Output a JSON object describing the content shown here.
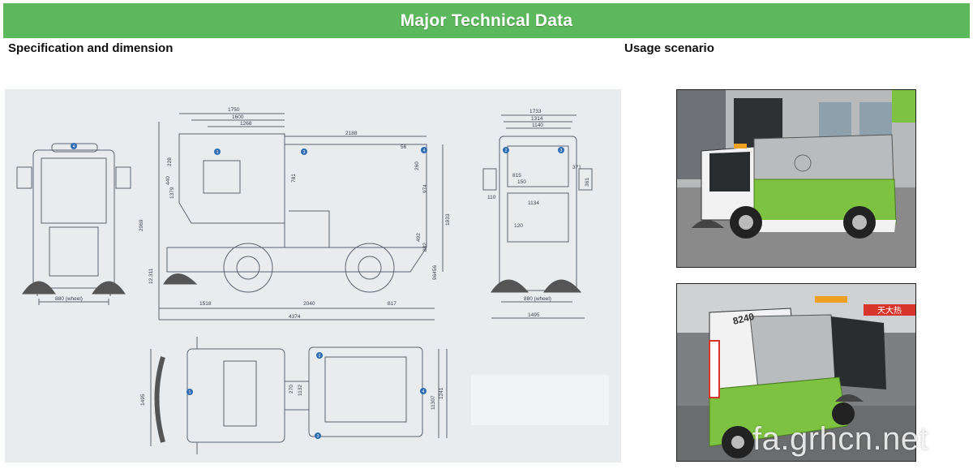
{
  "header": {
    "title": "Major Technical Data"
  },
  "sections": {
    "spec_title": "Specification and dimension",
    "usage_title": "Usage scenario"
  },
  "dimensions": {
    "side_top_1": "1750",
    "side_top_2": "1600",
    "side_top_3": "1268",
    "side_top_4": "2188",
    "side_top_5": "56",
    "side_height": "2069",
    "side_1379": "1379",
    "side_440": "440",
    "side_228": "228",
    "side_781": "781",
    "side_974": "974",
    "side_260": "260",
    "side_1933": "1933",
    "side_492": "492",
    "side_882": "882",
    "side_96": "96456",
    "side_12": "12.311",
    "side_1518": "1518",
    "side_2040": "2040",
    "side_817": "817",
    "side_total": "4374",
    "rear_1733": "1733",
    "rear_1314": "1314",
    "rear_1140": "1140",
    "rear_815": "815",
    "rear_150": "150",
    "rear_371": "371",
    "rear_361": "361",
    "rear_110": "110",
    "rear_1134": "1134",
    "rear_120": "120",
    "rear_880": "880 (wheel)",
    "rear_1495": "1495",
    "front_880": "880 (wheel)",
    "plan_1495": "1495",
    "plan_270": "270",
    "plan_1132": "1132",
    "plan_11307": "11307",
    "plan_1241": "1241",
    "badge_1": "1",
    "badge_2": "2",
    "badge_3": "3",
    "badge_4": "4"
  },
  "photos": {
    "bg_floor": "#8a8a8a",
    "body_green": "#7ec242",
    "body_white": "#f2f2f2",
    "steel": "#b9bcbf",
    "scene2_text": "8240",
    "scene2_banner": "天大热"
  },
  "watermark": "fa.grhcn.net",
  "colors": {
    "banner": "#5cb85c",
    "blueprint_bg": "#e9ecef",
    "line": "#5a6470"
  }
}
